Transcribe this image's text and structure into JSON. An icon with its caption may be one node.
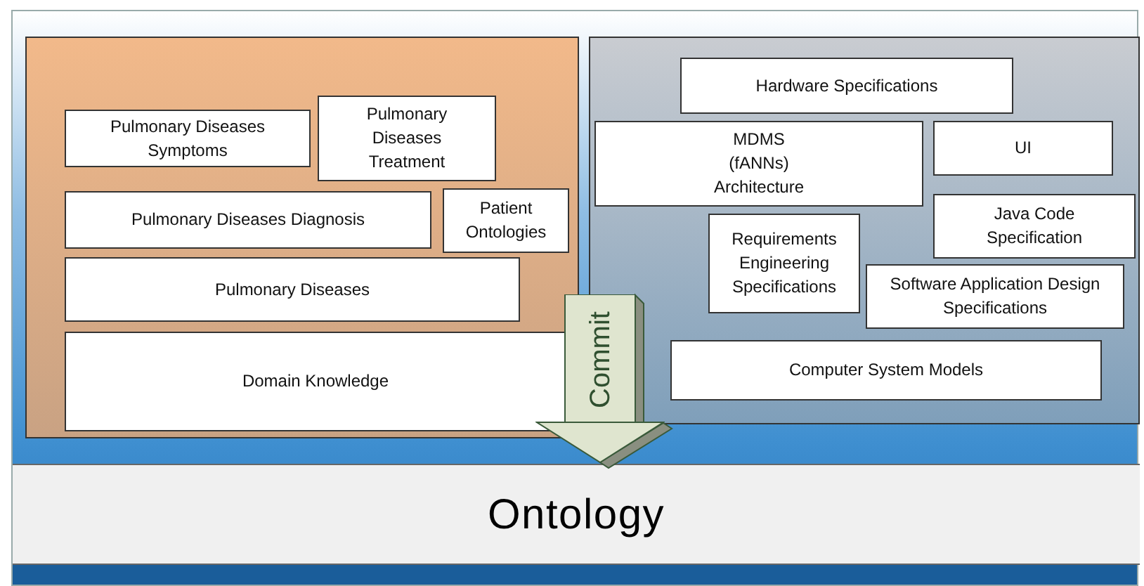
{
  "diagram": {
    "nodes": [
      {
        "text": [],
        "shape": "box"
      },
      {
        "text": [],
        "shape": "box",
        "in": 0
      },
      {
        "text": [
          "Pulmonary Diseases Symptoms"
        ],
        "in": 1
      },
      {
        "text": [
          "Pulmonary Diseases Treatment"
        ],
        "in": 1
      },
      {
        "text": [
          "Pulmonary Diseases Diagnosis"
        ],
        "in": 1
      },
      {
        "text": [
          "Patient Ontologies"
        ],
        "in": 1
      },
      {
        "text": [
          "Pulmonary Diseases"
        ],
        "in": 1
      },
      {
        "text": [
          "Domain Knowledge"
        ],
        "in": 1
      },
      {
        "text": [],
        "shape": "box",
        "in": 0
      },
      {
        "text": [
          "Hardware Specifications"
        ],
        "in": 8
      },
      {
        "text": [
          "MDMS (fANNs) Architecture"
        ],
        "in": 8
      },
      {
        "text": [
          "UI"
        ],
        "in": 8
      },
      {
        "text": [
          "Requirements Engineering Specifications"
        ],
        "in": 8
      },
      {
        "text": [
          "Java Code Specification"
        ],
        "in": 8
      },
      {
        "text": [
          "Software Application Design Specifications"
        ],
        "in": 8
      },
      {
        "text": [
          "Computer System Models"
        ],
        "in": 8
      },
      {
        "text": [
          "Ontology"
        ],
        "in": 0
      }
    ],
    "edges": [
      {
        "from": 8,
        "to": 16,
        "arrow": "to",
        "label": "Commit"
      }
    ]
  }
}
